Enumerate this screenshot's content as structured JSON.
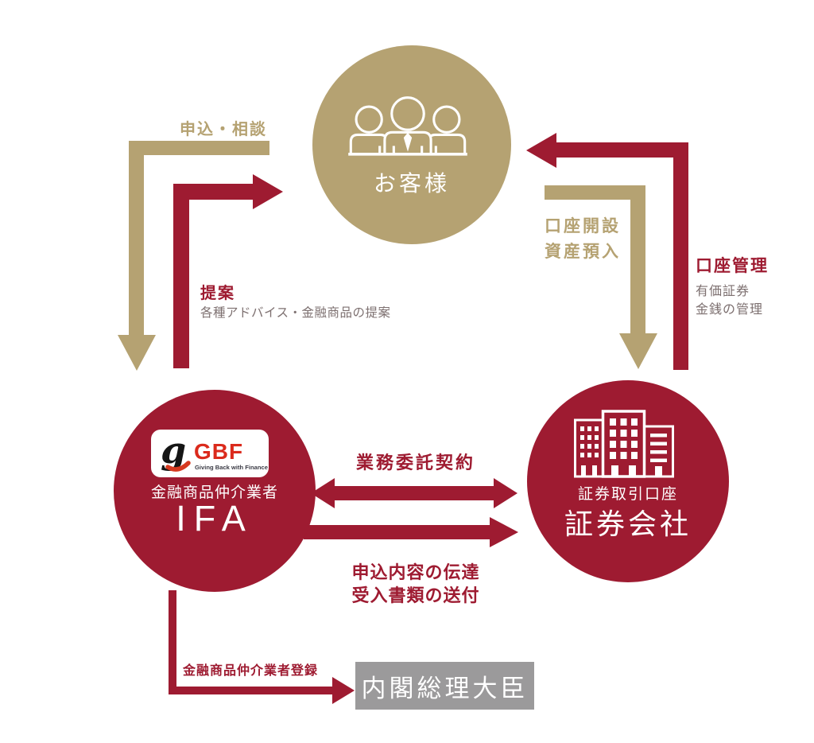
{
  "nodes": {
    "customer": {
      "label": "お客様",
      "icon": "people-icon"
    },
    "ifa": {
      "logo": {
        "mark": "g",
        "name": "GBF",
        "tagline": "Giving Back with Finance"
      },
      "subtitle": "金融商品仲介業者",
      "title": "IFA"
    },
    "securities": {
      "subtitle": "証券取引口座",
      "title": "証券会社",
      "icon": "building-icon"
    },
    "minister": {
      "label": "内閣総理大臣"
    }
  },
  "labels": {
    "application": "申込・相談",
    "proposal_title": "提案",
    "proposal_sub": "各種アドバイス・金融商品の提案",
    "account_open_1": "口座開設",
    "account_open_2": "資産預入",
    "account_mgmt_title": "口座管理",
    "account_mgmt_sub_1": "有価証券",
    "account_mgmt_sub_2": "金銭の管理",
    "outsourcing": "業務委託契約",
    "transmission_1": "申込内容の伝達",
    "transmission_2": "受入書類の送付",
    "registration": "金融商品仲介業者登録"
  },
  "colors": {
    "tan": "#b5a272",
    "dark_red": "#9e1b31",
    "logo_red": "#db2a1c",
    "subtitle_gray": "#7d7070",
    "minister_box_gray": "#9b9a9b"
  }
}
